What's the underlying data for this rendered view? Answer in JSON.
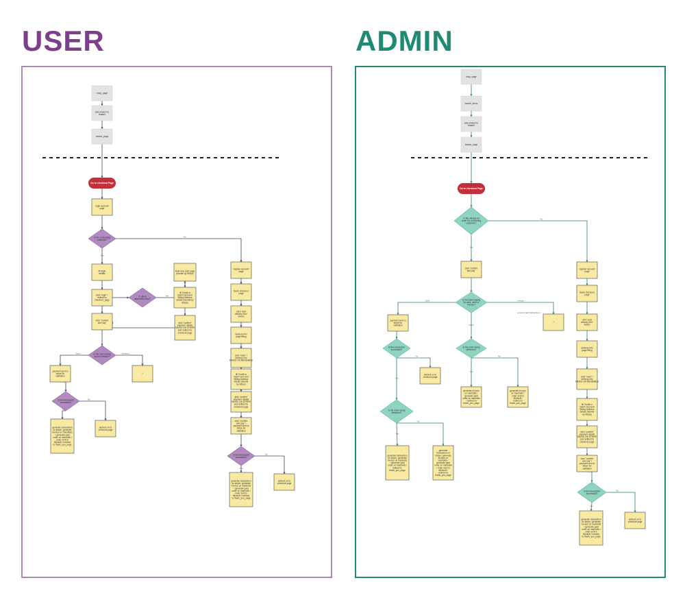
{
  "headings": {
    "user": "USER",
    "admin": "ADMIN"
  },
  "colors": {
    "user_accent": "#7b3f8c",
    "admin_accent": "#1f8a73",
    "user_diamond": "#b08ac0",
    "admin_diamond": "#8fd3c1",
    "process_fill": "#f8eaa3",
    "start_fill": "#c4303a",
    "pre_fill": "#e3e3e3"
  },
  "user_flow": {
    "nodes": [
      {
        "id": "u1",
        "shape": "pre",
        "text": "shop_page"
      },
      {
        "id": "u2",
        "shape": "pre",
        "text": "add product to basket"
      },
      {
        "id": "u3",
        "shape": "pre",
        "text": "basket_page"
      },
      {
        "id": "u4",
        "shape": "start",
        "text": "Go to checkout Page"
      },
      {
        "id": "u5",
        "shape": "rect",
        "text": "login account page"
      },
      {
        "id": "u6",
        "shape": "diamond",
        "text": "Is the a returning customer?"
      },
      {
        "id": "u7",
        "shape": "rect",
        "text": "fill login details"
      },
      {
        "id": "u8",
        "shape": "rect",
        "text": "click \"login\" / redirect to checkout_page"
      },
      {
        "id": "u9",
        "shape": "rect",
        "text": "click \"confirm and pay\""
      },
      {
        "id": "u10",
        "shape": "diamond",
        "text": "Is using alternative card?"
      },
      {
        "id": "u11",
        "shape": "rect",
        "text": "Hide new card page (handle by Stripe)"
      },
      {
        "id": "u12",
        "shape": "rect",
        "text": "fill Credit or Debit Card and Billing Address details (handle by Stripe)"
      },
      {
        "id": "u13",
        "shape": "rect",
        "text": "click \"confirm\" payment details SAVED ON STRIPE and redirect to checkout page"
      },
      {
        "id": "u14",
        "shape": "diamond",
        "text": "Is the card saving card or session?"
      },
      {
        "id": "u15",
        "shape": "rect",
        "text": "?"
      },
      {
        "id": "u16",
        "shape": "rect",
        "text": "payment sent to stripe for validation"
      },
      {
        "id": "u17",
        "shape": "diamond",
        "text": "Is the transaction successful?"
      },
      {
        "id": "u18",
        "shape": "rect",
        "text": "generate transaction on stripe / generate invoice on mansfield / generate paid order on manfolds / order sent to Minisoft / redirect to thank_you_page"
      },
      {
        "id": "u19",
        "shape": "rect",
        "text": "redirect on to checkout page"
      },
      {
        "id": "u20",
        "shape": "rect",
        "text": "register account page"
      },
      {
        "id": "u21",
        "shape": "rect",
        "text": "Basic checkout page"
      },
      {
        "id": "u22",
        "shape": "rect",
        "text": "click \"add delivery info\" button"
      },
      {
        "id": "u23",
        "shape": "rect",
        "text": "delivery info page filling"
      },
      {
        "id": "u24",
        "shape": "rect",
        "text": "click \"save\" / delivery info SAVED ON MENDABLE"
      },
      {
        "id": "u25",
        "shape": "rect",
        "text": "fill Credit or Debit Card and Billing Address details (handle by Stripe)"
      },
      {
        "id": "u26",
        "shape": "rect",
        "text": "click \"confirm\" payment details SAVED ON STRIPE and redirect to checkout page"
      },
      {
        "id": "u27",
        "shape": "rect",
        "text": "click \"confirm and pay\" / payment sent to Stripe for validation"
      },
      {
        "id": "u28",
        "shape": "diamond",
        "text": "Is the transaction successful?"
      },
      {
        "id": "u29",
        "shape": "rect",
        "text": "generate transaction on stripe / generate invoice on manfolds / generate paid order on manfolds / order sent to Minisoft / redirect to thank_you_page"
      },
      {
        "id": "u30",
        "shape": "rect",
        "text": "redirect on to checkout page"
      }
    ],
    "edges": [
      {
        "from": "u1",
        "to": "u2",
        "label": ""
      },
      {
        "from": "u2",
        "to": "u3",
        "label": ""
      },
      {
        "from": "u3",
        "to": "u4",
        "label": ""
      },
      {
        "from": "u4",
        "to": "u5",
        "label": ""
      },
      {
        "from": "u5",
        "to": "u6",
        "label": ""
      },
      {
        "from": "u6",
        "to": "u7",
        "label": "Yes"
      },
      {
        "from": "u6",
        "to": "u20",
        "label": "No"
      },
      {
        "from": "u7",
        "to": "u8",
        "label": ""
      },
      {
        "from": "u8",
        "to": "u9",
        "label": ""
      },
      {
        "from": "u8",
        "to": "u10",
        "label": ""
      },
      {
        "from": "u10",
        "to": "u11",
        "label": "Yes"
      },
      {
        "from": "u11",
        "to": "u12",
        "label": ""
      },
      {
        "from": "u12",
        "to": "u13",
        "label": ""
      },
      {
        "from": "u13",
        "to": "u9",
        "label": ""
      },
      {
        "from": "u9",
        "to": "u14",
        "label": ""
      },
      {
        "from": "u14",
        "to": "u16",
        "label": "Card"
      },
      {
        "from": "u14",
        "to": "u15",
        "label": "Session"
      },
      {
        "from": "u16",
        "to": "u17",
        "label": ""
      },
      {
        "from": "u17",
        "to": "u18",
        "label": "Yes"
      },
      {
        "from": "u17",
        "to": "u19",
        "label": "No"
      },
      {
        "from": "u20",
        "to": "u21",
        "label": ""
      },
      {
        "from": "u21",
        "to": "u22",
        "label": ""
      },
      {
        "from": "u22",
        "to": "u23",
        "label": ""
      },
      {
        "from": "u23",
        "to": "u24",
        "label": ""
      },
      {
        "from": "u24",
        "to": "u25",
        "label": ""
      },
      {
        "from": "u25",
        "to": "u26",
        "label": ""
      },
      {
        "from": "u26",
        "to": "u27",
        "label": ""
      },
      {
        "from": "u27",
        "to": "u28",
        "label": ""
      },
      {
        "from": "u28",
        "to": "u29",
        "label": "Yes"
      },
      {
        "from": "u28",
        "to": "u30",
        "label": "No"
      }
    ]
  },
  "admin_flow": {
    "nodes": [
      {
        "id": "a1",
        "shape": "pre",
        "text": "shop_page"
      },
      {
        "id": "a2",
        "shape": "pre",
        "text": "basket_items"
      },
      {
        "id": "a3",
        "shape": "pre",
        "text": "add product to basket"
      },
      {
        "id": "a4",
        "shape": "pre",
        "text": "basket_page"
      },
      {
        "id": "a5",
        "shape": "start",
        "text": "Go to checkout Page"
      },
      {
        "id": "a6",
        "shape": "diamond",
        "text": "Is the placing an order for a returning customer?"
      },
      {
        "id": "a7",
        "shape": "rect",
        "text": "click \"confirm and pay\""
      },
      {
        "id": "a8",
        "shape": "diamond",
        "text": "Is the client paying by card, cash or invoice?"
      },
      {
        "id": "a9",
        "shape": "rect",
        "text": "payment sent to stripe for validation"
      },
      {
        "id": "a10",
        "shape": "rect",
        "text": "?"
      },
      {
        "id": "a11",
        "shape": "diamond",
        "text": "Is the transaction successful?"
      },
      {
        "id": "a12",
        "shape": "rect",
        "text": "redirect on to checkout page"
      },
      {
        "id": "a13",
        "shape": "diamond",
        "text": "Is the order being delivered?"
      },
      {
        "id": "a14",
        "shape": "diamond",
        "text": "Is the order being delivered?"
      },
      {
        "id": "a15",
        "shape": "rect",
        "text": "generate transaction on stripe / generate invoice on manfolds / generate paid order on manfolds / redirect to thank_you_page"
      },
      {
        "id": "a16",
        "shape": "rect",
        "text": "generate transaction on stripe / generate invoice on manfolds / generate paid order on manfolds / order sent to Minisoft / redirect to thank_you_page"
      },
      {
        "id": "a17",
        "shape": "rect",
        "text": "generate invoice on manfolds / generate paid order on manfolds / redirect to thank_you_page"
      },
      {
        "id": "a18",
        "shape": "rect",
        "text": "generate invoice on manfolds / order sent to Minisoft / redirect to thank_you_page"
      },
      {
        "id": "a19",
        "shape": "rect",
        "text": "register account page"
      },
      {
        "id": "a20",
        "shape": "rect",
        "text": "Basic checkout page"
      },
      {
        "id": "a21",
        "shape": "rect",
        "text": "click \"add delivery info\" button"
      },
      {
        "id": "a22",
        "shape": "rect",
        "text": "delivery info page filling"
      },
      {
        "id": "a23",
        "shape": "rect",
        "text": "click \"save\" / delivery info SAVED ON MENDABLE"
      },
      {
        "id": "a24",
        "shape": "rect",
        "text": "fill Credit or Debit Card and Billing Address details (handle by Stripe)"
      },
      {
        "id": "a25",
        "shape": "rect",
        "text": "click \"confirm\" payment details SAVED ON STRIPE and redirect to checkout page"
      },
      {
        "id": "a26",
        "shape": "rect",
        "text": "click \"confirm and pay\" / payment sent to Stripe for validation"
      },
      {
        "id": "a27",
        "shape": "diamond",
        "text": "Is the transaction successful?"
      },
      {
        "id": "a28",
        "shape": "rect",
        "text": "generate transaction on stripe / generate invoice on manfolds / generate paid order on manfolds / order sent to Minisoft / redirect to thank_you_page"
      },
      {
        "id": "a29",
        "shape": "rect",
        "text": "redirect on to checkout page"
      }
    ],
    "edges": [
      {
        "from": "a1",
        "to": "a2",
        "label": ""
      },
      {
        "from": "a2",
        "to": "a3",
        "label": ""
      },
      {
        "from": "a3",
        "to": "a4",
        "label": ""
      },
      {
        "from": "a4",
        "to": "a5",
        "label": ""
      },
      {
        "from": "a5",
        "to": "a6",
        "label": ""
      },
      {
        "from": "a6",
        "to": "a7",
        "label": "Yes"
      },
      {
        "from": "a6",
        "to": "a19",
        "label": "No"
      },
      {
        "from": "a7",
        "to": "a8",
        "label": ""
      },
      {
        "from": "a8",
        "to": "a9",
        "label": "Card"
      },
      {
        "from": "a8",
        "to": "a13",
        "label": "Cash"
      },
      {
        "from": "a8",
        "to": "a10",
        "label": "Invoice"
      },
      {
        "from": "a9",
        "to": "a11",
        "label": ""
      },
      {
        "from": "a11",
        "to": "a14",
        "label": "Yes"
      },
      {
        "from": "a11",
        "to": "a12",
        "label": "No"
      },
      {
        "from": "a14",
        "to": "a15",
        "label": "Yes"
      },
      {
        "from": "a14",
        "to": "a16",
        "label": "No"
      },
      {
        "from": "a13",
        "to": "a17",
        "label": "Yes"
      },
      {
        "from": "a13",
        "to": "a18",
        "label": "No"
      },
      {
        "from": "a19",
        "to": "a20",
        "label": ""
      },
      {
        "from": "a20",
        "to": "a21",
        "label": ""
      },
      {
        "from": "a21",
        "to": "a22",
        "label": ""
      },
      {
        "from": "a22",
        "to": "a23",
        "label": ""
      },
      {
        "from": "a23",
        "to": "a24",
        "label": ""
      },
      {
        "from": "a24",
        "to": "a25",
        "label": ""
      },
      {
        "from": "a25",
        "to": "a26",
        "label": ""
      },
      {
        "from": "a26",
        "to": "a27",
        "label": ""
      },
      {
        "from": "a27",
        "to": "a28",
        "label": "Yes"
      },
      {
        "from": "a27",
        "to": "a29",
        "label": "No"
      }
    ],
    "side_notes": [
      {
        "text": "(ensure card transaction)"
      }
    ]
  }
}
